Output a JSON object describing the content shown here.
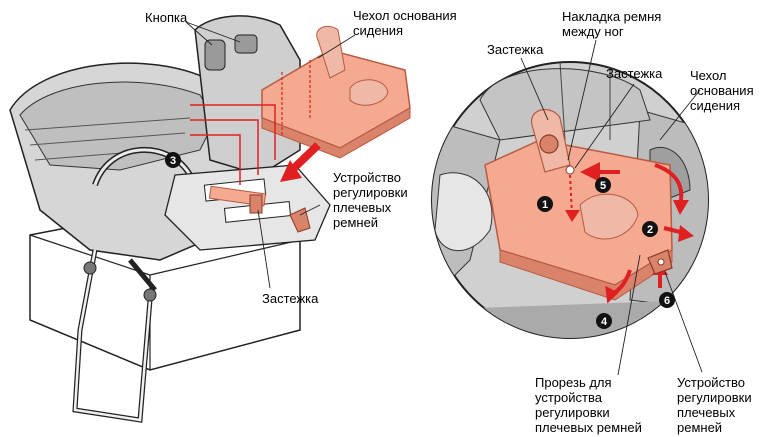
{
  "left_figure": {
    "labels": {
      "button": "Кнопка",
      "cover": "Чехол основания\nсидения",
      "adjuster": "Устройство\nрегулировки\nплечевых\nремней",
      "clasp": "Застежка"
    },
    "steps": [
      "3"
    ]
  },
  "right_figure": {
    "labels": {
      "crotch_pad": "Накладка ремня\nмежду ног",
      "clasp_left": "Застежка",
      "clasp_right": "Застежка",
      "cover": "Чехол\nоснования\nсидения",
      "slot": "Прорезь для\nустройства\nрегулировки\nплечевых ремней",
      "adjuster": "Устройство\nрегулировки\nплечевых\nремней"
    },
    "steps": [
      "1",
      "2",
      "4",
      "5",
      "6"
    ]
  },
  "colors": {
    "pink": "#f4a990",
    "pink_dark": "#d9836b",
    "red": "#e02020",
    "gray": "#c8c8c8",
    "dark": "#333333"
  }
}
